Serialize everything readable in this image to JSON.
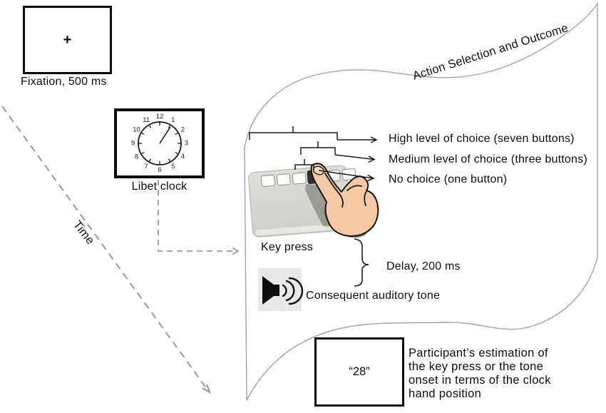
{
  "stages": {
    "fixation": {
      "cross": "+",
      "label": "Fixation, 500 ms"
    },
    "clock": {
      "label": "Libet clock",
      "numbers": [
        "12",
        "1",
        "2",
        "3",
        "4",
        "5",
        "6",
        "7",
        "8",
        "9",
        "10",
        "11"
      ],
      "hand_position": "1 o'clock"
    },
    "response": {
      "banner_title": "Action Selection and Outcome",
      "choice_levels": [
        {
          "label": "High level of choice (seven buttons)"
        },
        {
          "label": "Medium level of choice (three buttons)"
        },
        {
          "label": "No choice (one button)"
        }
      ],
      "key_press_label": "Key press",
      "delay_label": "Delay, 200 ms",
      "tone_label": "Consequent auditory tone"
    },
    "estimation": {
      "value": "“28”",
      "label": "Participant’s estimation of\nthe key press or the tone\nonset in terms of the clock\nhand position"
    }
  },
  "timeline": {
    "label": "Time"
  },
  "icons": {
    "speaker": "speaker-icon",
    "clock": "libet-clock-icon",
    "fixation_cross": "plus-cross"
  },
  "colors": {
    "ink": "#0d0d0d",
    "outline_gray": "#a3a3a3",
    "dashed_gray": "#999999",
    "panel_gray": "#d7d7d0",
    "skin": "#f5c9a4",
    "icon_bg": "#e8e8e8",
    "pressed_button": "#30302e"
  }
}
